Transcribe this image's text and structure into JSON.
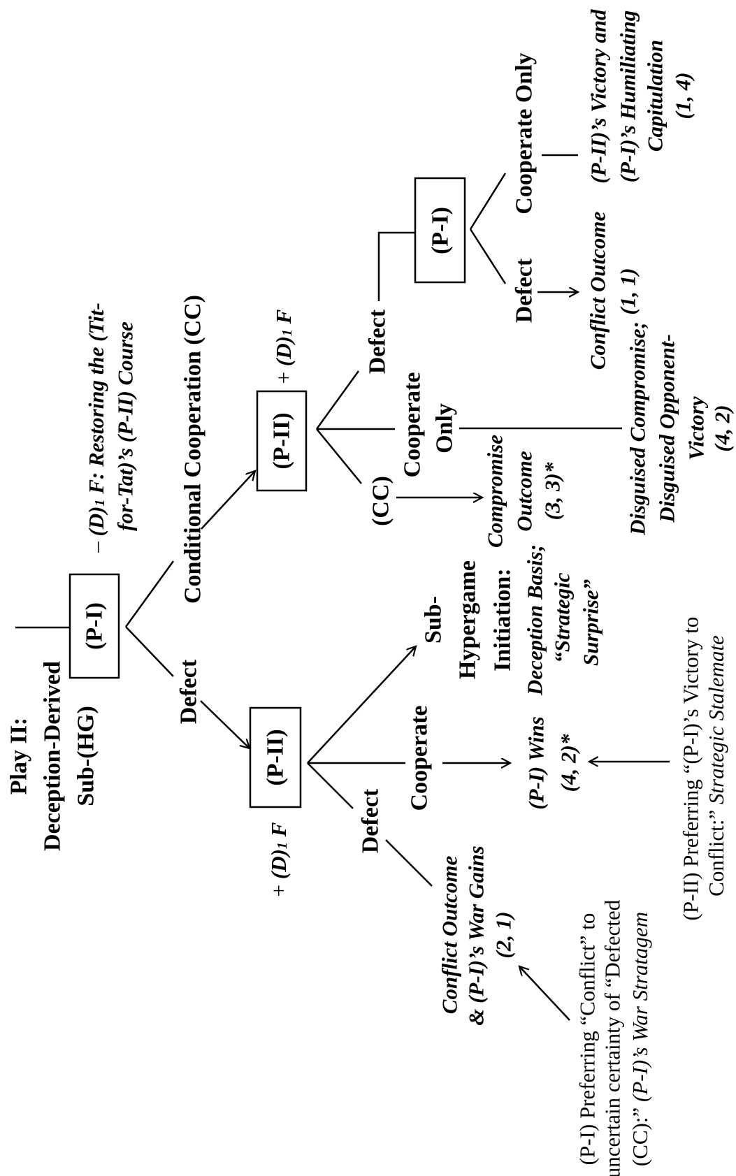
{
  "title": {
    "lines": [
      "Play II:",
      "Deception-Derived",
      "Sub-(HG)"
    ]
  },
  "nodes": {
    "root": "(P-I)",
    "p2_upper": "(P-II)",
    "p2_lower": "(P-II)",
    "p1_right": "(P-I)"
  },
  "annotations": {
    "restore": {
      "sign": "–",
      "d": "(D)",
      "sub": "1",
      "rest": " F: Restoring the (Tit-",
      "line2": "for-Tat)’s (P-II) Course"
    },
    "plus_upper": {
      "sign": "+",
      "d": "(D)",
      "sub": "1",
      "f": " F"
    },
    "plus_lower": {
      "sign": "+",
      "d": "(D)",
      "sub": "1",
      "f": " F"
    }
  },
  "moves": {
    "root_cc": "Conditional Cooperation (CC)",
    "root_defect": "Defect",
    "upper_defect": "Defect",
    "upper_coop": [
      "Cooperate",
      "Only"
    ],
    "upper_cc": "(CC)",
    "right_defect": "Defect",
    "right_coop": "Cooperate Only",
    "lower_defect": "Defect",
    "lower_coop": "Cooperate",
    "lower_sub": [
      "Sub-",
      "Hypergame",
      "Initiation:"
    ]
  },
  "outcomes": {
    "conflict_right": [
      "Conflict Outcome",
      "(1, 1)"
    ],
    "capitulation": [
      "(P-II)’s Victory and",
      "(P-I)’s Humiliating",
      "Capitulation",
      "(1, 4)"
    ],
    "disguised": [
      "Disguised Compromise;",
      "Disguised Opponent-",
      "Victory",
      "(4, 2)"
    ],
    "compromise": [
      "Compromise",
      "Outcome",
      "(3, 3)*"
    ],
    "deception": [
      "Deception Basis;",
      "“Strategic",
      "Surprise”"
    ],
    "p1_wins": [
      "(P-I) Wins",
      "(4, 2)*"
    ],
    "conflict_lower": [
      "Conflict Outcome",
      "& (P-I)’s War Gains",
      "(2, 1)"
    ]
  },
  "notes": {
    "p2_pref": {
      "line1": "(P-II) Preferring  “(P-I)’s Victory to",
      "line2_a": "Conflict:”  ",
      "line2_b": "Strategic Stalemate"
    },
    "p1_pref": {
      "line1": "(P-I) Preferring  “Conflict” to",
      "line2": "uncertain certainty of “Defected",
      "line3_a": "(CC):” ",
      "line3_b": "(P-I)’s War Stratagem"
    }
  },
  "colors": {
    "ink": "#000000",
    "background": "#ffffff"
  }
}
